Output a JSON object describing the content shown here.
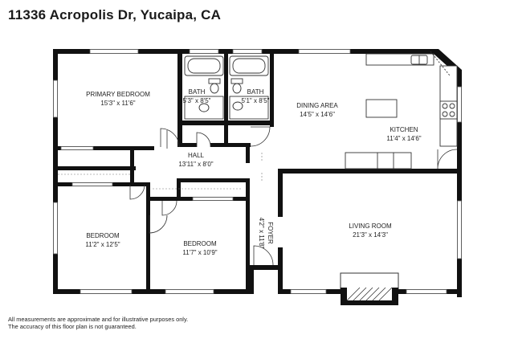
{
  "title": "11336 Acropolis Dr, Yucaipa, CA",
  "rooms": {
    "primary_bedroom": {
      "name": "PRIMARY BEDROOM",
      "dims": "15'3\" x 11'6\""
    },
    "bath_left": {
      "name": "BATH",
      "dims": "5'3\" x 8'5\""
    },
    "bath_right": {
      "name": "BATH",
      "dims": "5'1\" x 8'5\""
    },
    "hall": {
      "name": "HALL",
      "dims": "13'11\" x 8'0\""
    },
    "dining_area": {
      "name": "DINING AREA",
      "dims": "14'5\" x 14'6\""
    },
    "kitchen": {
      "name": "KITCHEN",
      "dims": "11'4\" x 14'6\""
    },
    "bedroom_left": {
      "name": "BEDROOM",
      "dims": "11'2\" x 12'5\""
    },
    "bedroom_mid": {
      "name": "BEDROOM",
      "dims": "11'7\" x 10'9\""
    },
    "foyer": {
      "name": "FOYER",
      "dims": "4'2\" x 11'8\""
    },
    "living_room": {
      "name": "LIVING ROOM",
      "dims": "21'3\" x 14'3\""
    }
  },
  "disclaimer": {
    "line1": "All measurements are approximate and for illustrative purposes only.",
    "line2": "The accuracy of this floor plan is not guaranteed."
  }
}
